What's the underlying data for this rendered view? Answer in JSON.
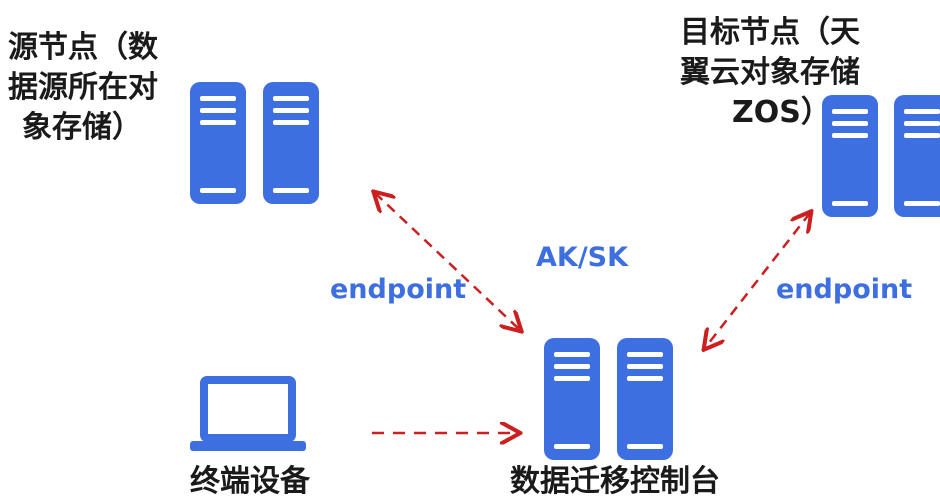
{
  "source_node": {
    "lines": [
      "源节点（数",
      "据源所在对",
      "象存储）"
    ]
  },
  "target_node": {
    "lines": [
      "目标节点（天",
      "翼云对象存储",
      "ZOS）"
    ]
  },
  "terminal_label": "终端设备",
  "console_label": "数据迁移控制台",
  "ak_sk_label": "AK/SK",
  "endpoint_left_label": "endpoint",
  "endpoint_right_label": "endpoint",
  "colors": {
    "server_blue": "#3d6fe0",
    "arrow_red": "#cc1f1f",
    "label_blue": "#3d6fe0"
  }
}
